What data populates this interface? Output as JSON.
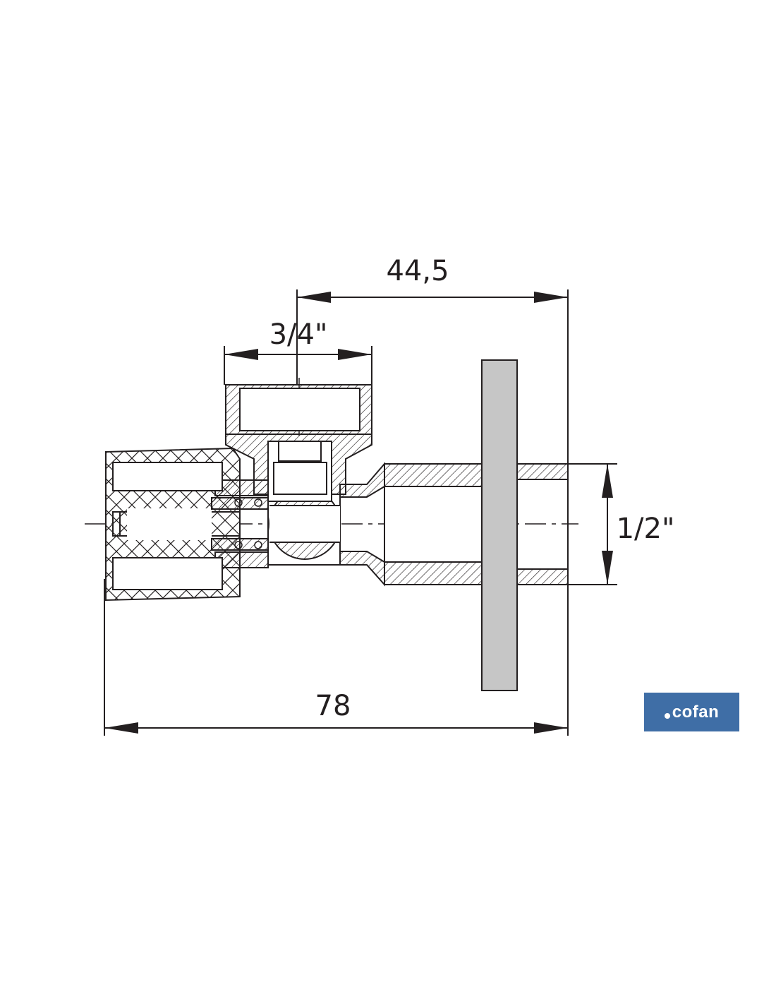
{
  "diagram": {
    "dimensions": {
      "top_width": "44,5",
      "inlet_thread": "3/4\"",
      "outlet_thread": "1/2\"",
      "overall_length": "78"
    }
  },
  "brand": {
    "name": "cofan",
    "color": "#3f6ea6"
  },
  "colors": {
    "line": "#231f20",
    "flange_fill": "#c6c6c6"
  }
}
